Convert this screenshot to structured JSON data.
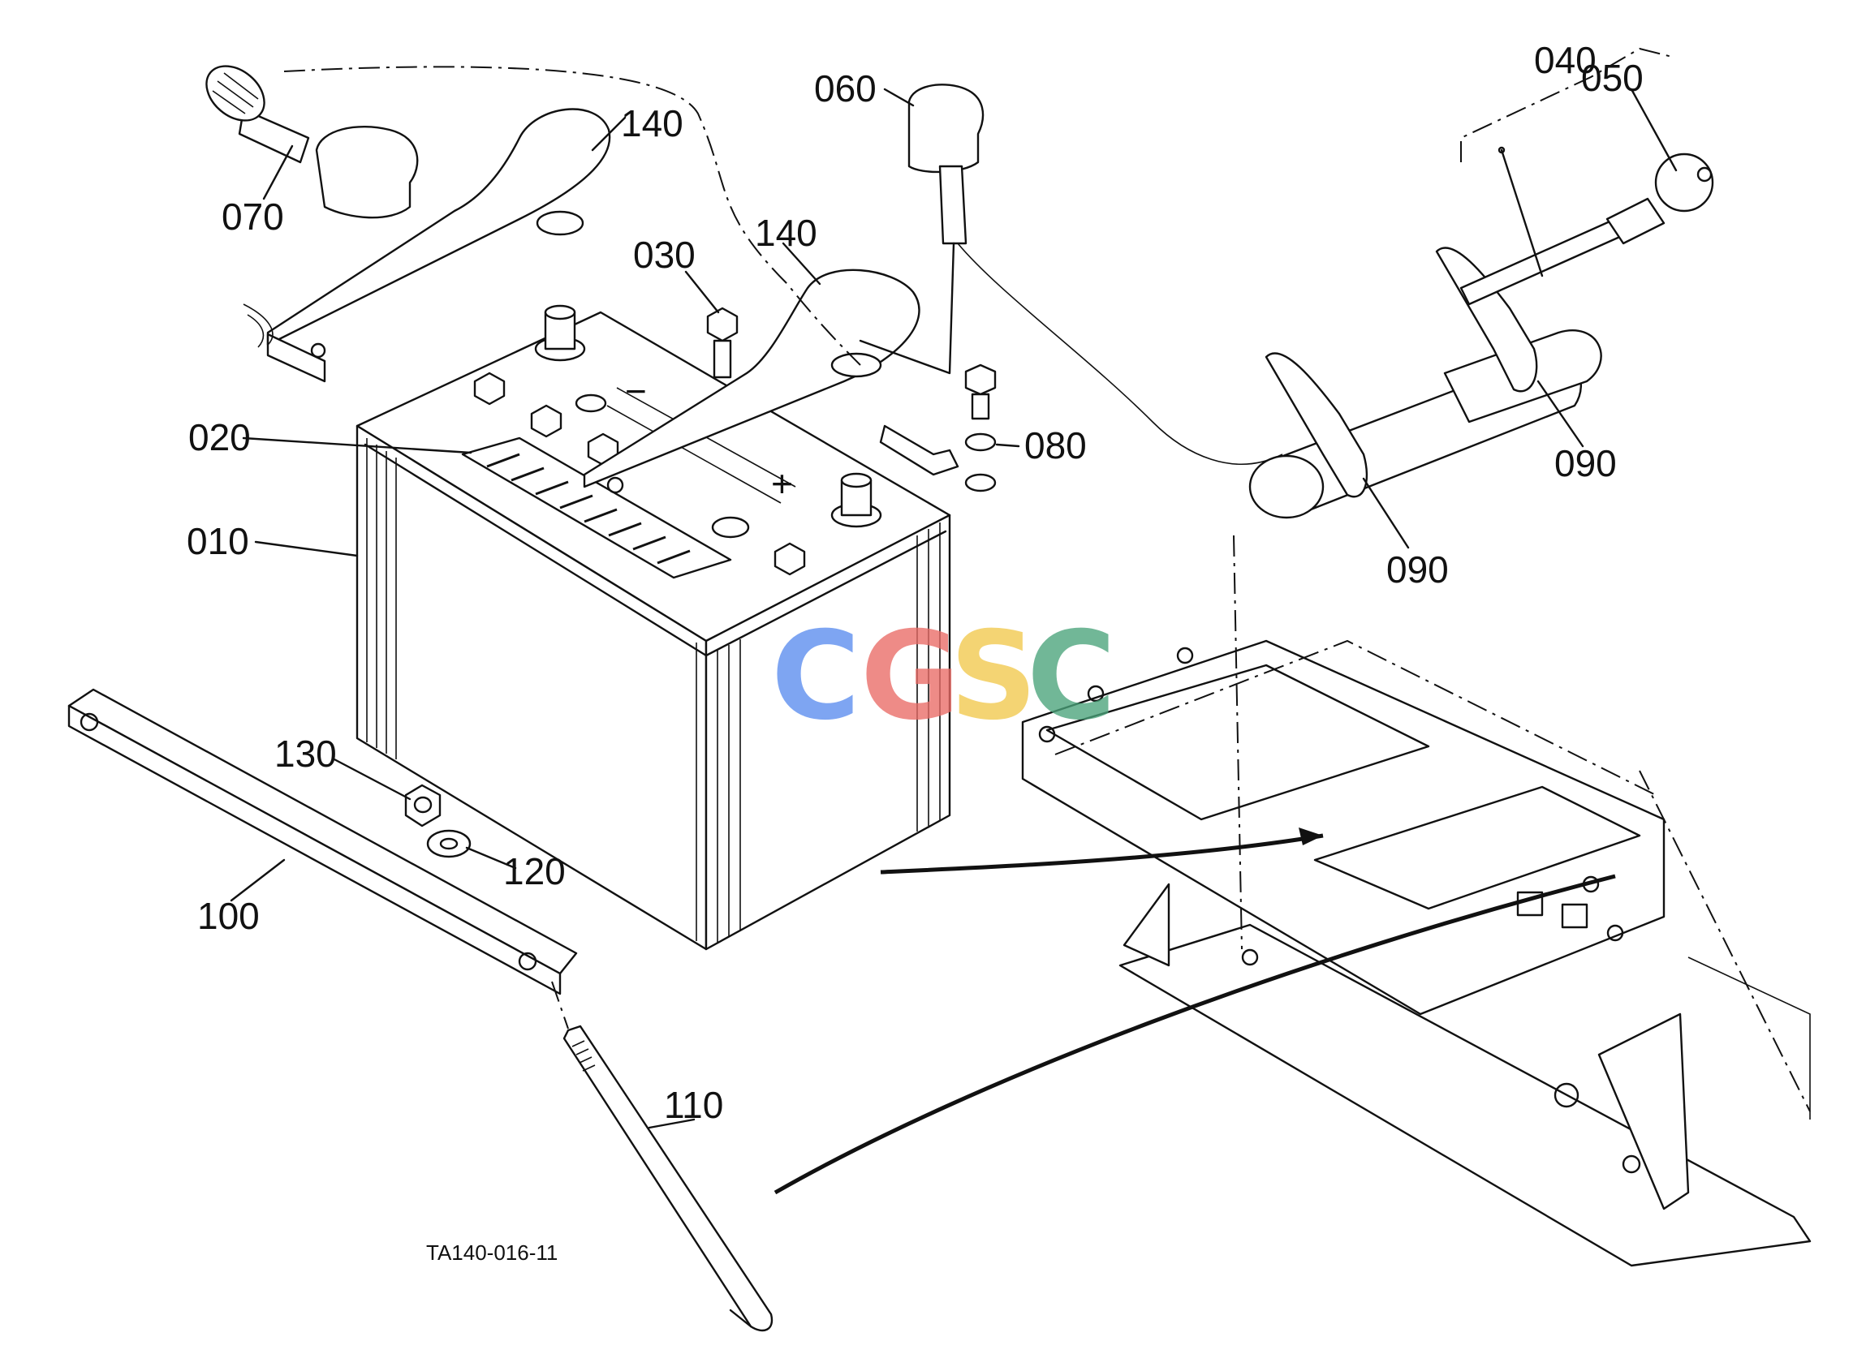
{
  "drawing_code": "TA140-016-11",
  "watermark": {
    "letters": [
      "C",
      "G",
      "S",
      "C"
    ],
    "colors": [
      "#5b8def",
      "#ea6b66",
      "#f2c94c",
      "#4aa37a"
    ]
  },
  "parts": {
    "p010": "010",
    "p020": "020",
    "p030": "030",
    "p040": "040",
    "p050": "050",
    "p060": "060",
    "p070": "070",
    "p080": "080",
    "p090a": "090",
    "p090b": "090",
    "p100": "100",
    "p110": "110",
    "p120": "120",
    "p130": "130",
    "p140a": "140",
    "p140b": "140"
  },
  "terminal_marks": {
    "negative": "−",
    "positive": "+"
  }
}
